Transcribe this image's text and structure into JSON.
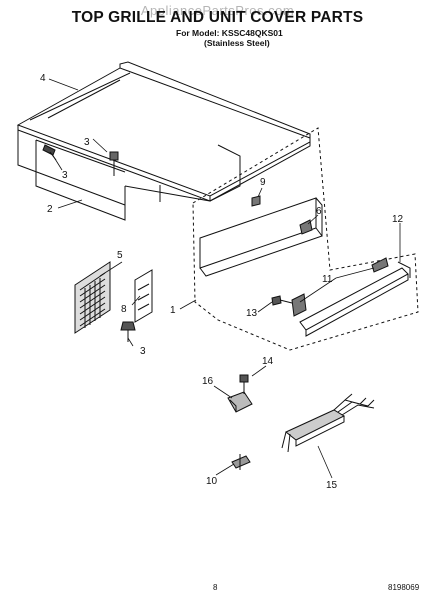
{
  "header": {
    "title": "TOP GRILLE AND UNIT COVER PARTS",
    "watermark": "AppliancePartsPros.com",
    "model_line": "For Model: KSSC48QKS01",
    "finish_line": "(Stainless Steel)"
  },
  "callouts": {
    "c1": "1",
    "c2": "2",
    "c3a": "3",
    "c3b": "3",
    "c3c": "3",
    "c4": "4",
    "c5": "5",
    "c6": "6",
    "c8": "8",
    "c9": "9",
    "c10": "10",
    "c11": "11",
    "c12": "12",
    "c13": "13",
    "c14": "14",
    "c15": "15",
    "c16": "16"
  },
  "footer": {
    "page_number": "8",
    "document_number": "8198069"
  }
}
